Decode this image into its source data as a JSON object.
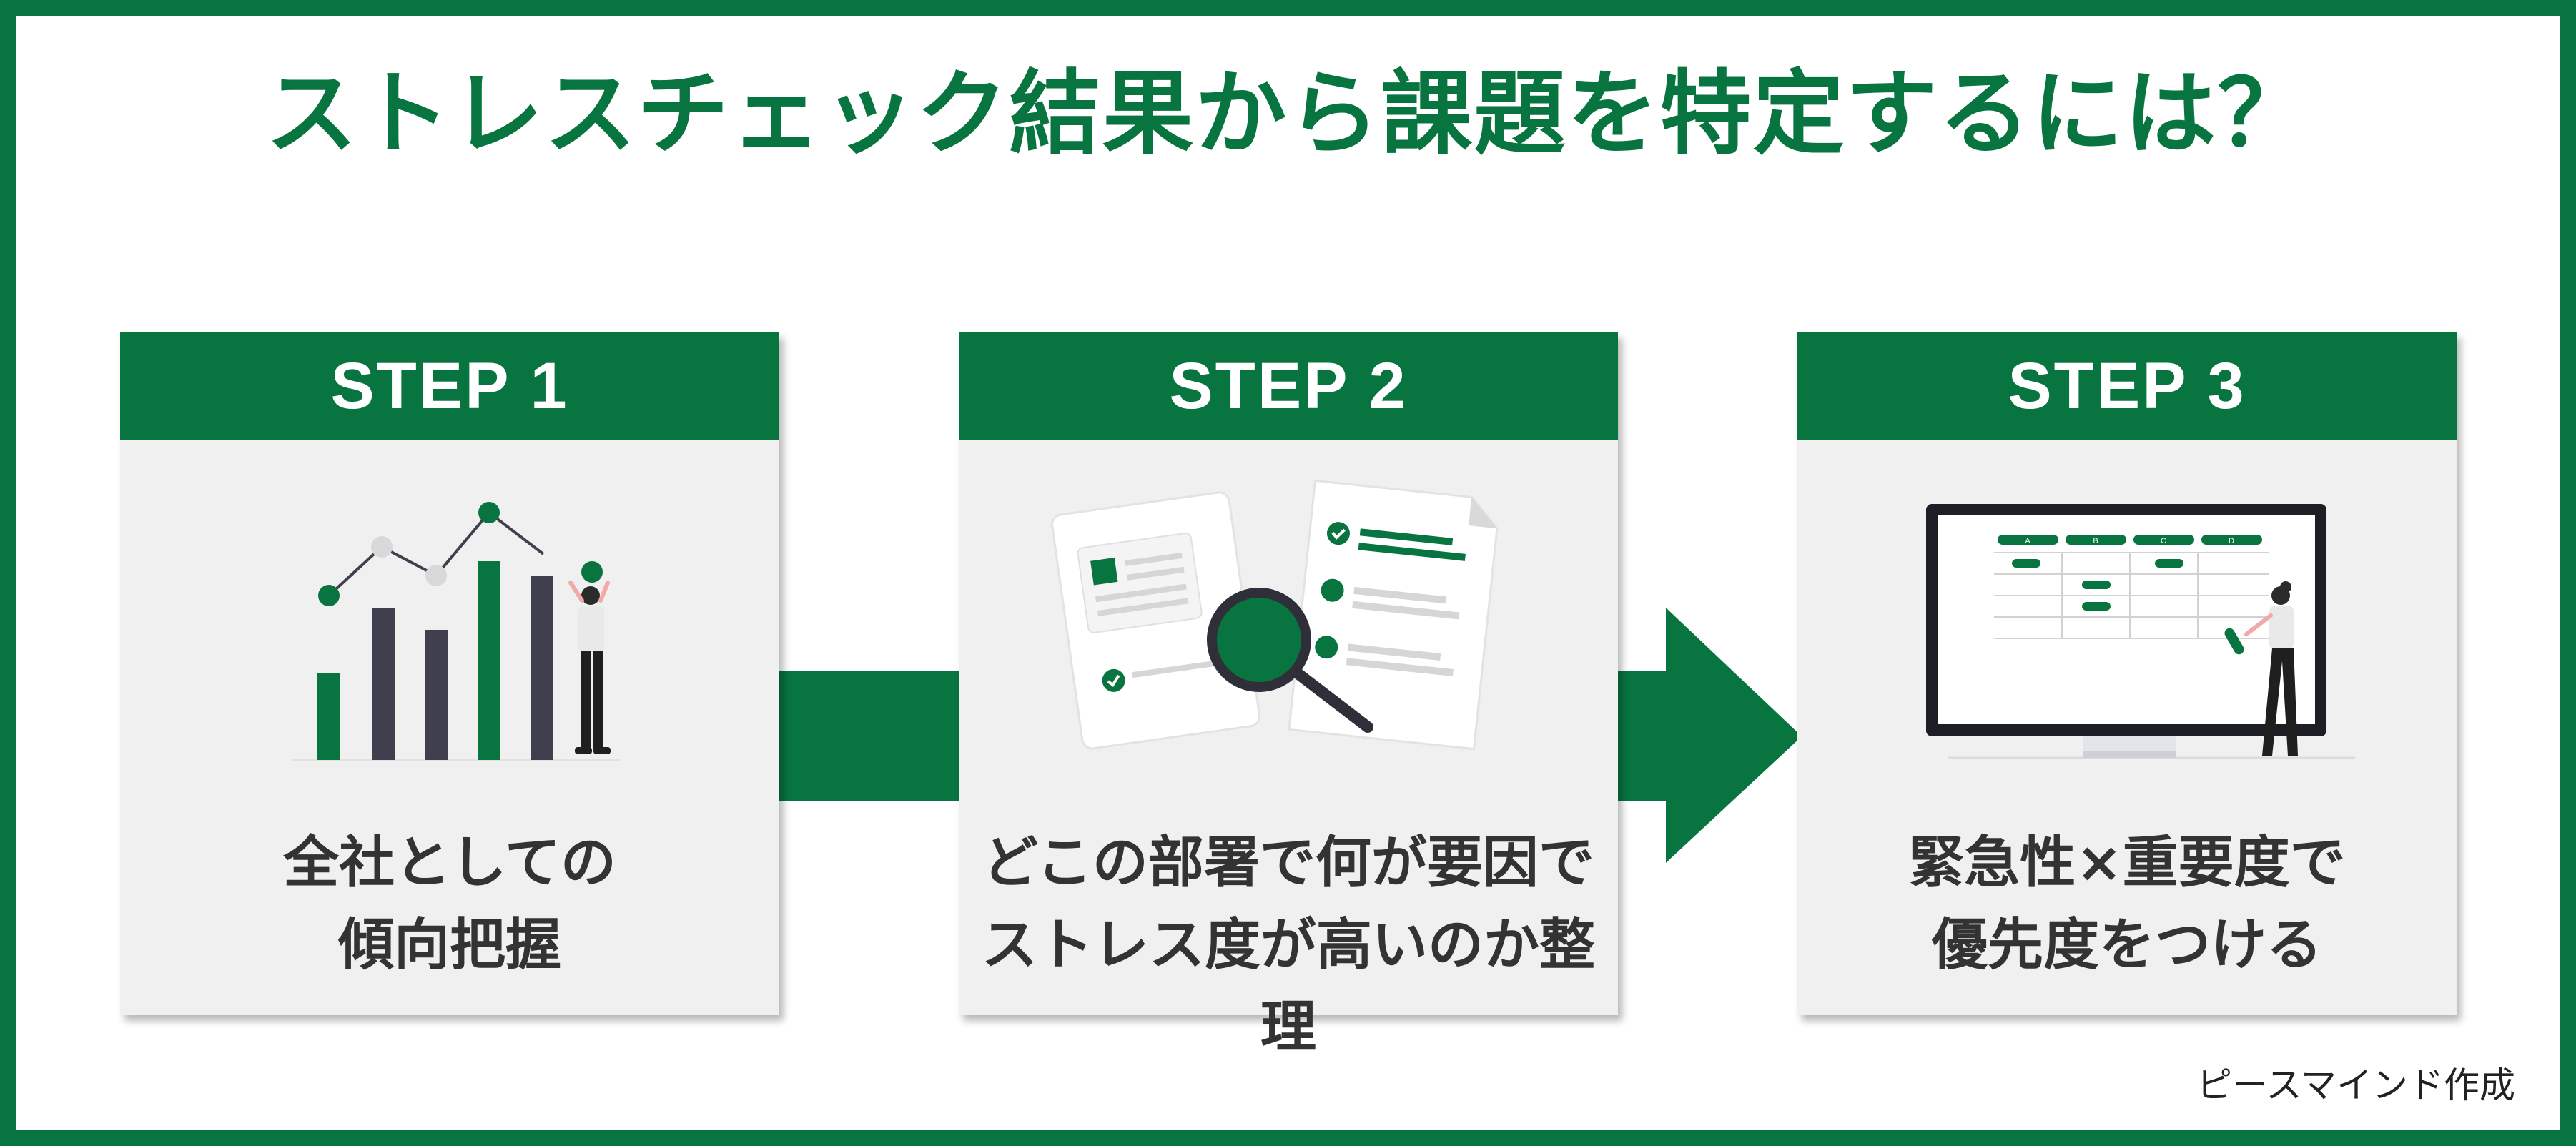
{
  "title": "ストレスチェック結果から課題を特定するには？",
  "steps": [
    {
      "label": "STEP 1",
      "text_line1": "全社としての",
      "text_line2": "傾向把握",
      "illustration": "bar-chart-person-illustration"
    },
    {
      "label": "STEP 2",
      "text_line1": "どこの部署で何が要因で",
      "text_line2": "ストレス度が高いのか整理",
      "illustration": "documents-magnifier-illustration"
    },
    {
      "label": "STEP 3",
      "text_line1": "緊急性×重要度で",
      "text_line2": "優先度をつける",
      "illustration": "spreadsheet-monitor-illustration"
    }
  ],
  "monitor_columns": [
    "A",
    "B",
    "C",
    "D"
  ],
  "credit": "ピースマインド作成",
  "colors": {
    "accent": "#087440",
    "card_bg": "#f0f0f0",
    "dark_bar": "#403f4e",
    "text": "#333333"
  }
}
